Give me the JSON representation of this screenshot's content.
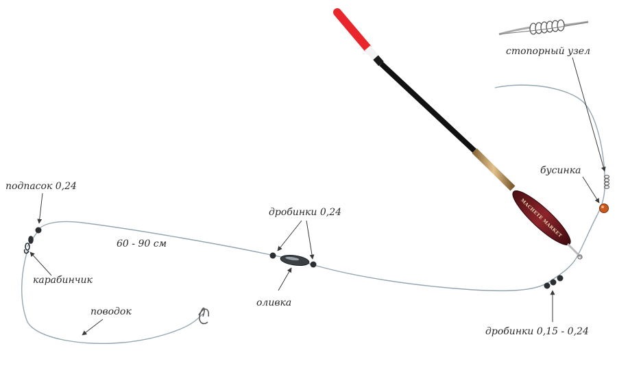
{
  "labels": {
    "stopper_knot": "стопорный узел",
    "bead": "бусинка",
    "feed_shot": "подпасок 0,24",
    "shots_middle": "дробинки 0,24",
    "length": "60 - 90 см",
    "swivel": "карабинчик",
    "olive": "оливка",
    "leader": "поводок",
    "shots_bottom": "дробинки 0,15 - 0,24"
  },
  "float": {
    "brand": "MACHETE MARKET"
  },
  "colors": {
    "line": "#93a6b0",
    "float_tip": "#e8262b",
    "float_body": "#7a1d22",
    "float_stem": "#111111",
    "bead": "#c8581e",
    "shot": "#2b2f33"
  }
}
